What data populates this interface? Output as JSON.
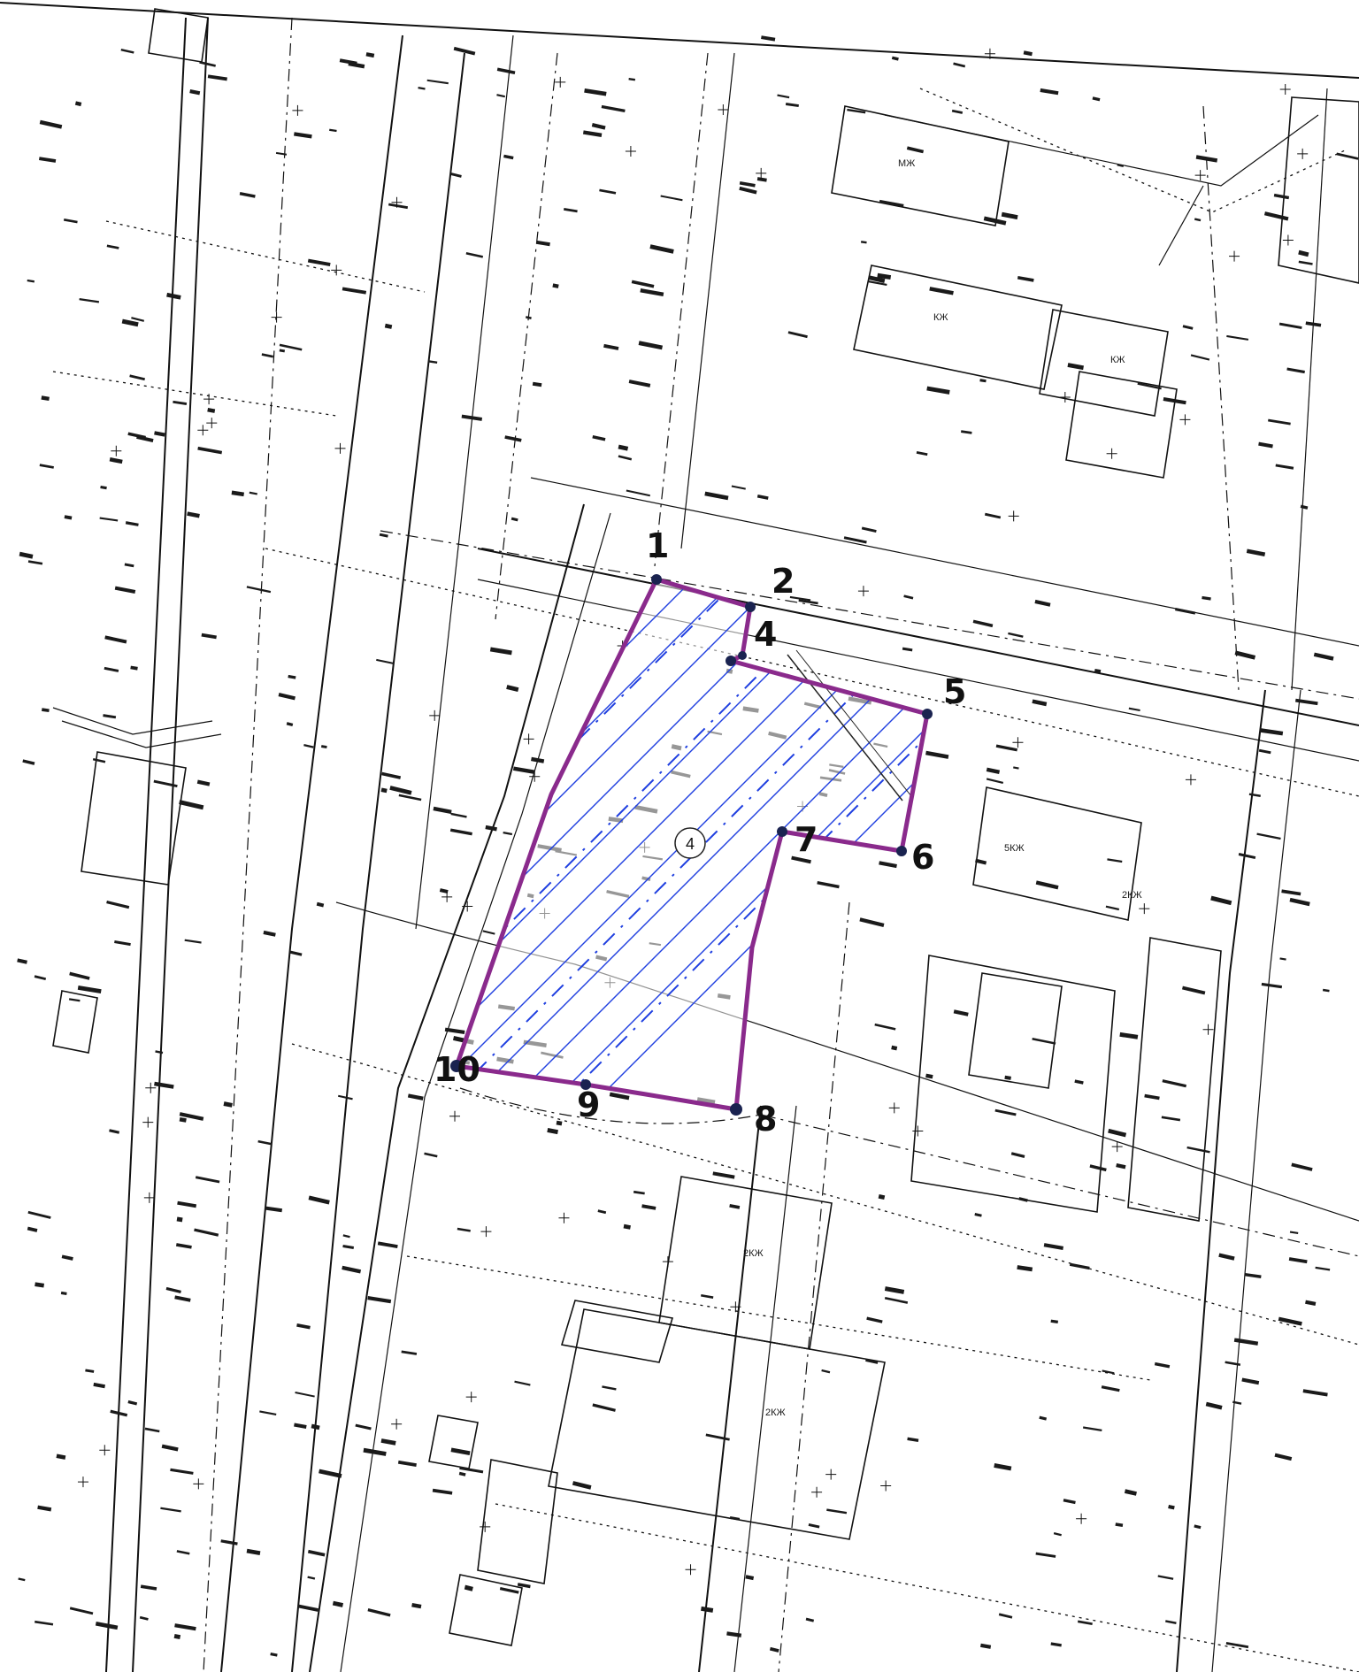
{
  "map": {
    "colors": {
      "boundary": "#8a2a8c",
      "hatch": "#1f3fe0",
      "vertex": "#1a2350",
      "linework": "#111111"
    },
    "parcel_label": "4",
    "points": [
      {
        "id": "1",
        "label": "1"
      },
      {
        "id": "2",
        "label": "2"
      },
      {
        "id": "4",
        "label": "4"
      },
      {
        "id": "5",
        "label": "5"
      },
      {
        "id": "6",
        "label": "6"
      },
      {
        "id": "7",
        "label": "7"
      },
      {
        "id": "8",
        "label": "8"
      },
      {
        "id": "9",
        "label": "9"
      },
      {
        "id": "10",
        "label": "10"
      }
    ],
    "building_labels": [
      "МЖ",
      "КЖ",
      "КЖ",
      "2КЖ",
      "2КЖ",
      "5КЖ",
      "2КЖ"
    ]
  }
}
